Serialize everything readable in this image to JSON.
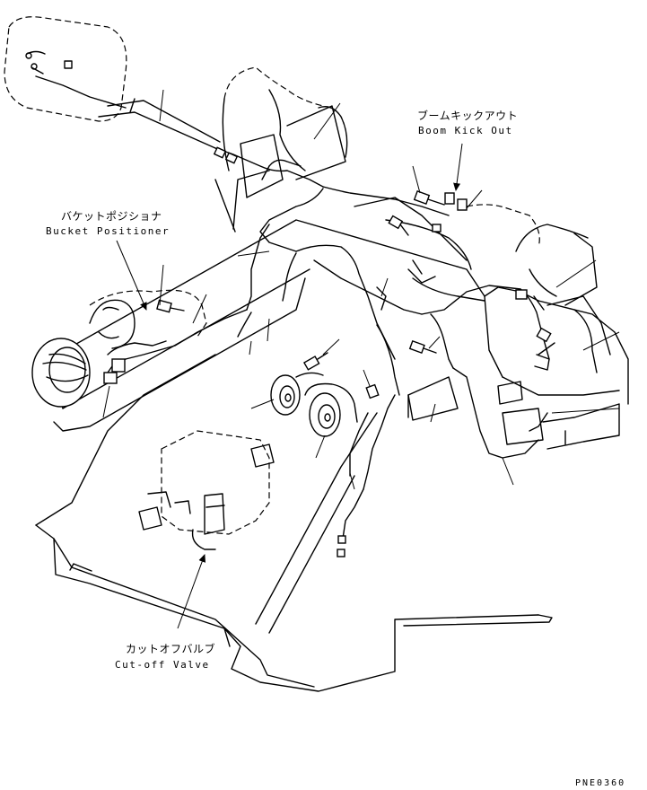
{
  "callouts": {
    "boom_kick_out": {
      "jp": "ブームキックアウト",
      "en": "Boom Kick Out"
    },
    "bucket_positioner": {
      "jp": "バケットポジショナ",
      "en": "Bucket Positioner"
    },
    "cutoff_valve": {
      "jp": "カットオフバルブ",
      "en": "Cut-off Valve"
    }
  },
  "drawing_code": "PNE0360"
}
